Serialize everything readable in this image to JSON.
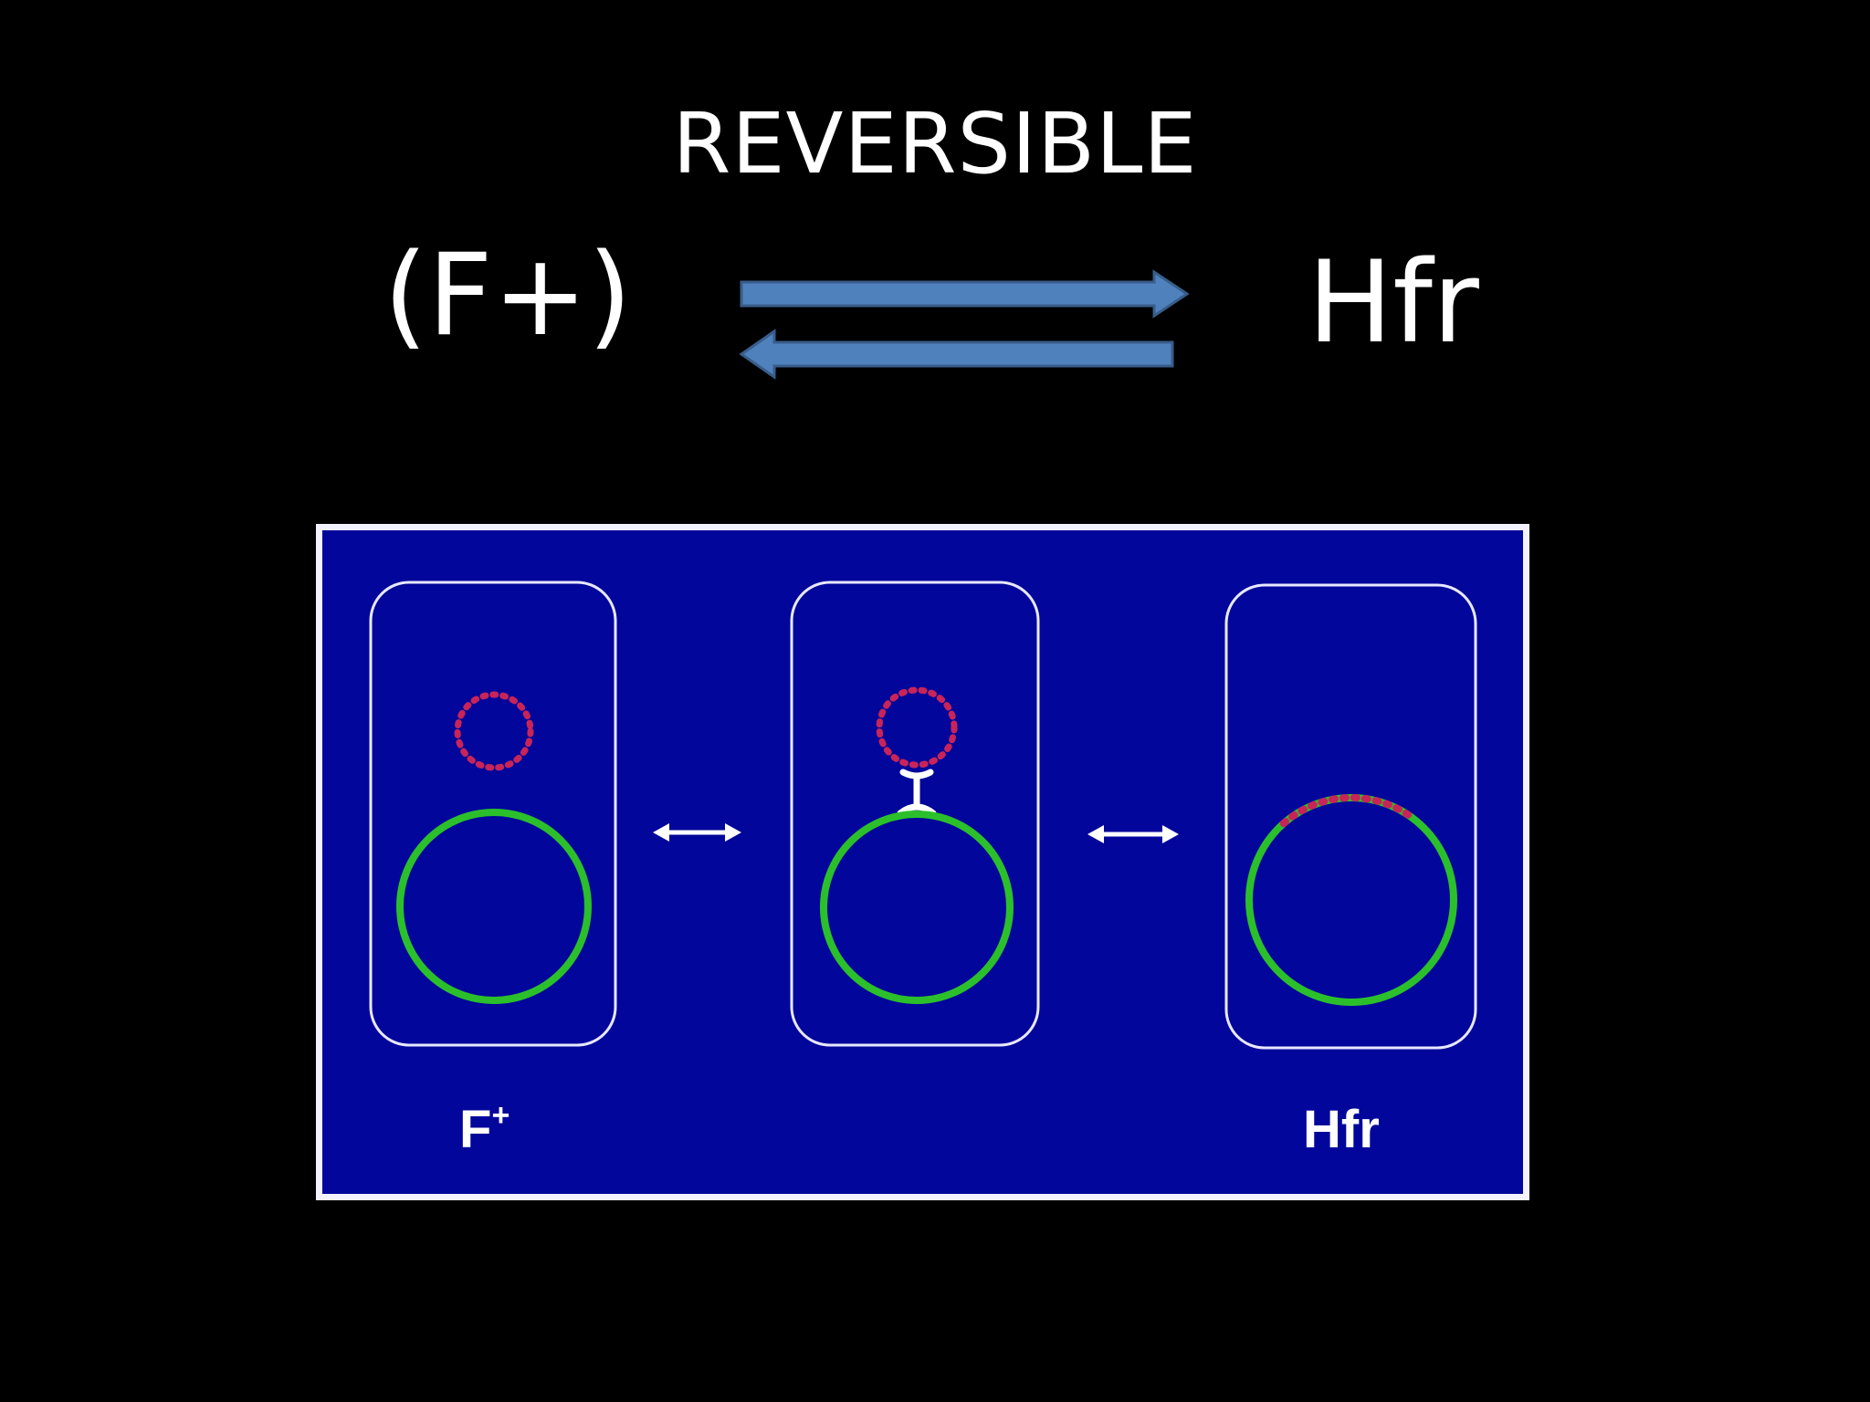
{
  "slide": {
    "title": "REVERSIBLE",
    "left_state": "(F+)",
    "right_state": "Hfr"
  },
  "figure": {
    "label_left_base": "F",
    "label_left_sup": "+",
    "label_right": "Hfr"
  },
  "colors": {
    "background": "#000000",
    "arrow_fill": "#4f81bd",
    "arrow_stroke": "#385d8a",
    "panel_bg": "#02069a",
    "chromosome": "#2bc02b",
    "plasmid": "#c8245a",
    "outline": "#e8e8ff"
  }
}
